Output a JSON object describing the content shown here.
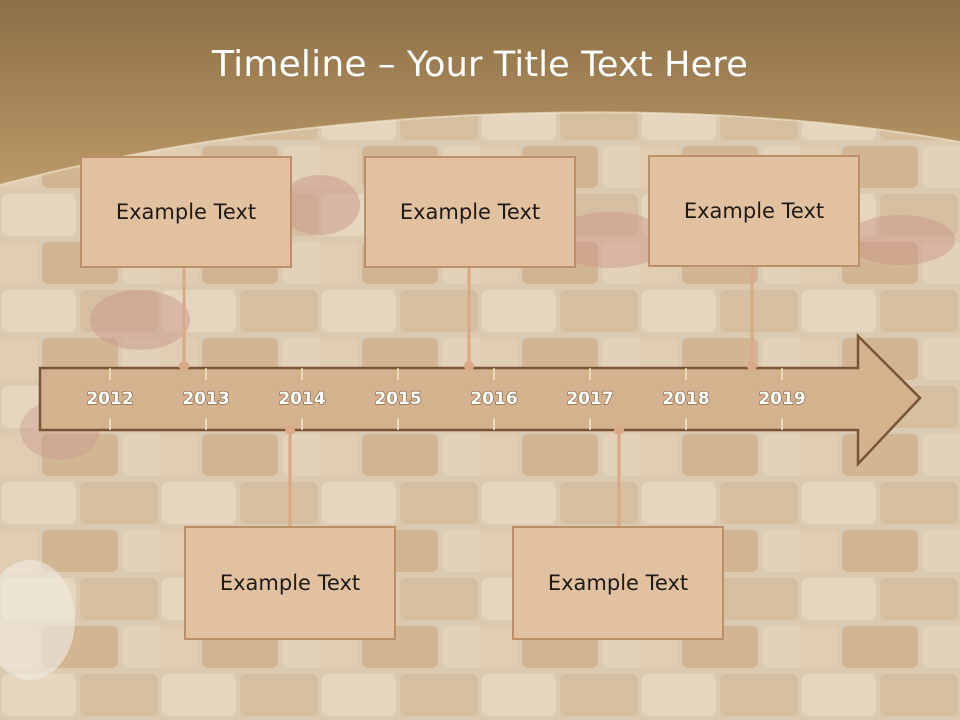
{
  "slide": {
    "title_lead": "Timeline",
    "title_rest": " – Your Title Text Here"
  },
  "timeline": {
    "years": [
      "2012",
      "2013",
      "2014",
      "2015",
      "2016",
      "2017",
      "2018",
      "2019"
    ]
  },
  "events": [
    {
      "text": "Example Text"
    },
    {
      "text": "Example Text"
    },
    {
      "text": "Example Text"
    },
    {
      "text": "Example Text"
    },
    {
      "text": "Example Text"
    }
  ],
  "colors": {
    "header": "#a8875a",
    "arrow_fill": "#d4b28e",
    "arrow_stroke": "#7a5535",
    "box_fill": "#e2c1a1",
    "box_border": "#bb8f67",
    "connector": "#d9a988"
  }
}
